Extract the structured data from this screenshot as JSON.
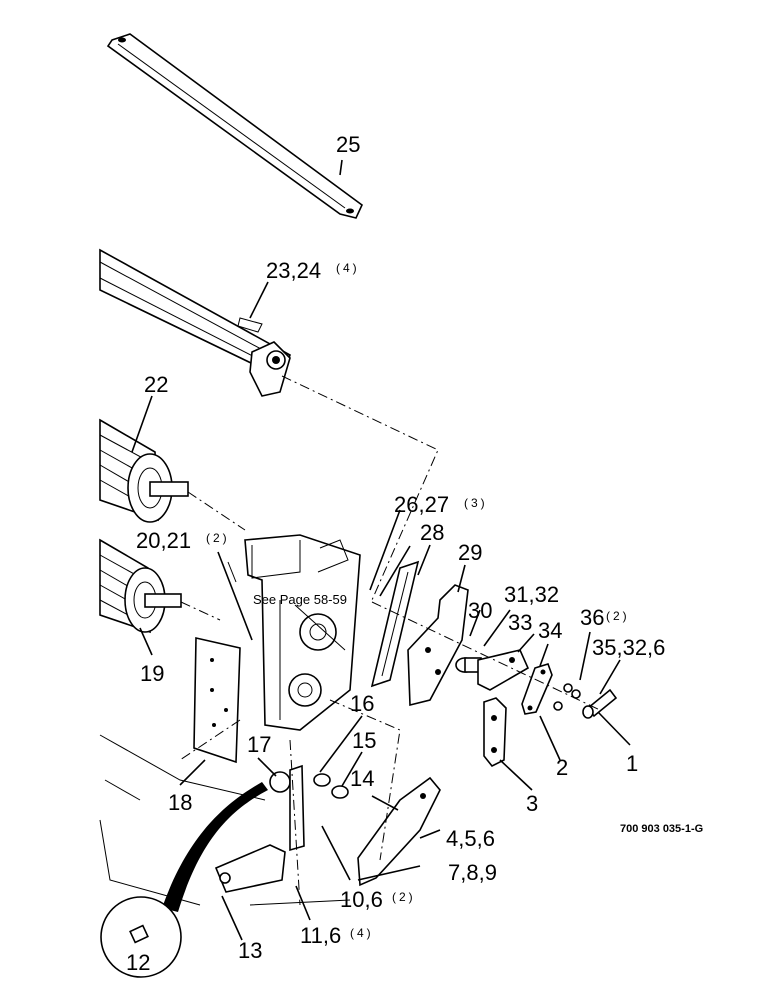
{
  "callouts": {
    "c25": "25",
    "c23_24": "23,24",
    "c23_24_qty": "(4)",
    "c22": "22",
    "c26_27": "26,27",
    "c26_27_qty": "(3)",
    "c28": "28",
    "c29": "29",
    "c20_21": "20,21",
    "c20_21_qty": "(2)",
    "c31_32": "31,32",
    "c30": "30",
    "c33": "33",
    "c34": "34",
    "c36": "36",
    "c36_qty": "(2)",
    "c35_32_6": "35,32,6",
    "c19": "19",
    "c16": "16",
    "c17": "17",
    "c15": "15",
    "c14": "14",
    "c2": "2",
    "c1": "1",
    "c3": "3",
    "c18": "18",
    "c4_5_6": "4,5,6",
    "c7_8_9": "7,8,9",
    "c10_6": "10,6",
    "c10_6_qty": "(2)",
    "c11_6": "11,6",
    "c11_6_qty": "(4)",
    "c13": "13",
    "c12": "12"
  },
  "see_page_note": "See Page 58-59",
  "figure_code": "700 903 035-1-G"
}
